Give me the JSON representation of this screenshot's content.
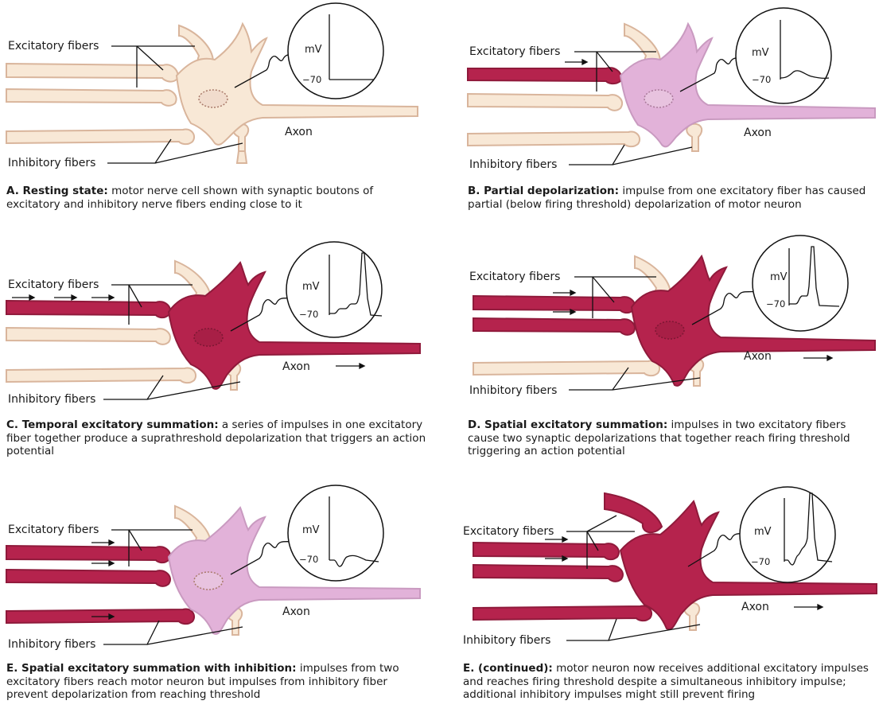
{
  "labels": {
    "excitatory": "Excitatory fibers",
    "inhibitory": "Inhibitory fibers",
    "axon": "Axon",
    "mv": "mV",
    "minus70": "−70"
  },
  "colors": {
    "resting_fill": "#f8e8d6",
    "resting_edge": "#d9b59c",
    "partial_fill": "#e2b2d9",
    "active_fill": "#b5234d",
    "active_edge": "#8f1a3b"
  },
  "panels": [
    {
      "id": "A",
      "heading": "A. Resting state:",
      "text": "motor nerve cell shown with synaptic boutons of excitatory and inhibitory nerve fibers ending close to it"
    },
    {
      "id": "B",
      "heading": "B. Partial depolarization:",
      "text": "impulse from one excitatory fiber has caused partial (below firing threshold) depolarization of motor neuron"
    },
    {
      "id": "C",
      "heading": "C. Temporal excitatory summation:",
      "text": "a series of impulses in one excitatory fiber together produce a suprathreshold depolarization that triggers an action potential"
    },
    {
      "id": "D",
      "heading": "D. Spatial excitatory summation:",
      "text": "impulses in two excitatory fibers cause two synaptic depolarizations that together reach firing threshold triggering an action potential"
    },
    {
      "id": "E1",
      "heading": "E. Spatial excitatory summation with inhibition:",
      "text": "impulses from two excitatory fibers reach motor neuron but impulses from inhibitory fiber prevent depolarization from reaching threshold"
    },
    {
      "id": "E2",
      "heading": "E. (continued):",
      "text": "motor neuron now receives additional excitatory impulses and reaches firing threshold despite a simultaneous inhibitory impulse; additional inhibitory impulses might still prevent firing"
    }
  ]
}
